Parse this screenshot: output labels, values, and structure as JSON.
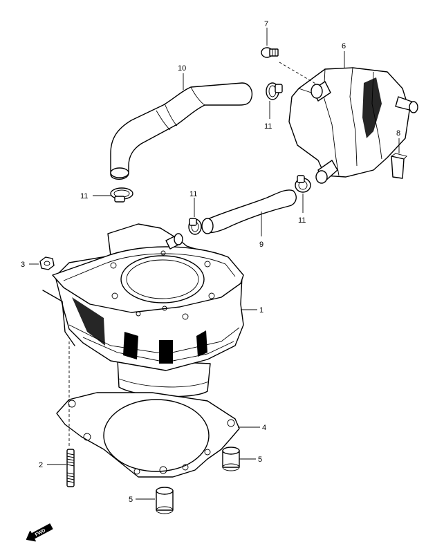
{
  "callouts": {
    "c1": "1",
    "c2": "2",
    "c3": "3",
    "c4": "4",
    "c5a": "5",
    "c5b": "5",
    "c6": "6",
    "c7": "7",
    "c8": "8",
    "c9": "9",
    "c10": "10",
    "c11a": "11",
    "c11b": "11",
    "c11c": "11",
    "c11d": "11"
  },
  "fwd_label": "FWD"
}
